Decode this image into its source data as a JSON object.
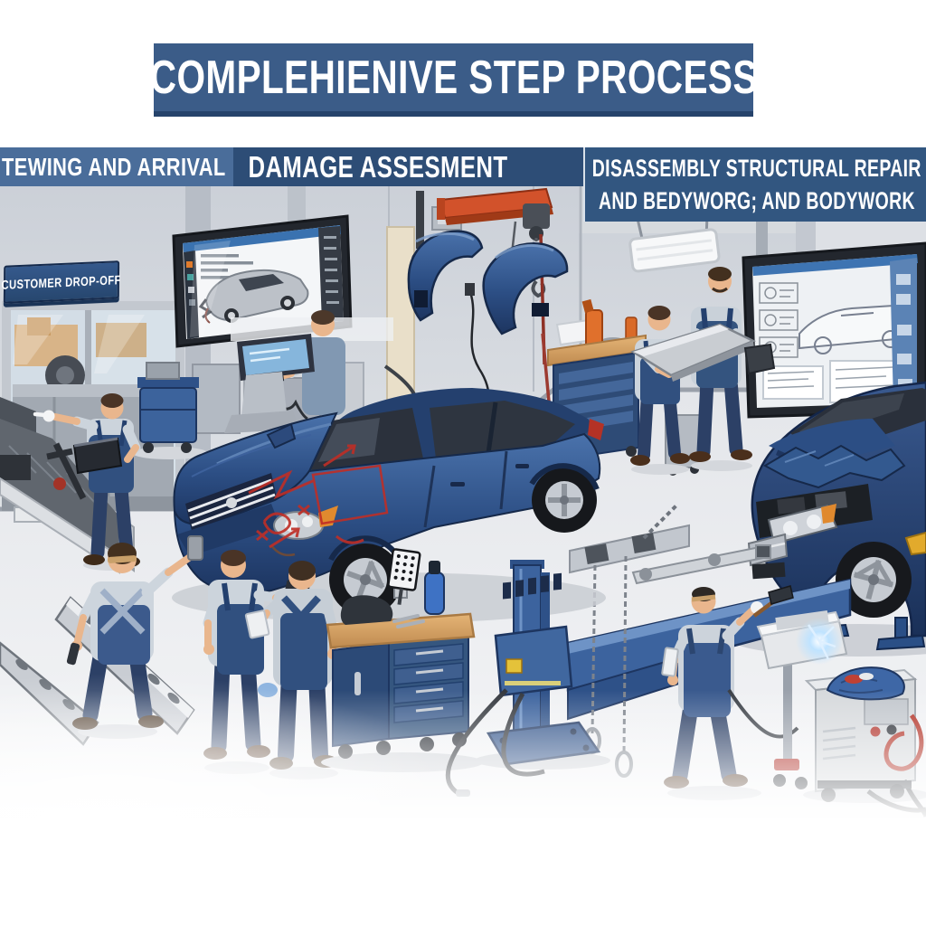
{
  "title": {
    "text": "COMPLEHIENIVE STEP PROCESS"
  },
  "steps": [
    {
      "id": "towing-and-arrival",
      "label": "TEWING AND ARRIVAL"
    },
    {
      "id": "damage-assessment",
      "label": "DAMAGE ASSESMENT"
    },
    {
      "id": "disassembly-structural-repair",
      "label_line1": "DISASSEMBLY STRUCTURAL REPAIR",
      "label_line2": "AND BEDYWORG; AND BODYWORK"
    }
  ],
  "signs": {
    "customer_drop_off": "CUSTOMER DROP-OFF"
  },
  "colors": {
    "banner_blue": "#3b5c88",
    "step1_blue": "#4a6d9a",
    "step2_blue": "#2d4d76",
    "step3_blue": "#325680",
    "sign_blue": "#2e5184",
    "car_blue": "#2e5086",
    "crane_orange": "#d2522b",
    "damage_marker_red": "#bf2e26",
    "weld_glow_blue": "#9fd4ff"
  },
  "scene_elements": {
    "left_monitor": "diagnostic screen showing damaged silver car",
    "right_monitor": "screen with car part schematics",
    "center_car": "blue sedan with marked front damage",
    "right_car": "dark blue car with crumpled hood on stands",
    "flatbed": "tow truck bed with loading ramps",
    "crane": "overhead hoist with hanging fenders",
    "frame_machine": "blue frame-straightening tower with chains",
    "welder_station": "welding machine cart with sparks"
  }
}
